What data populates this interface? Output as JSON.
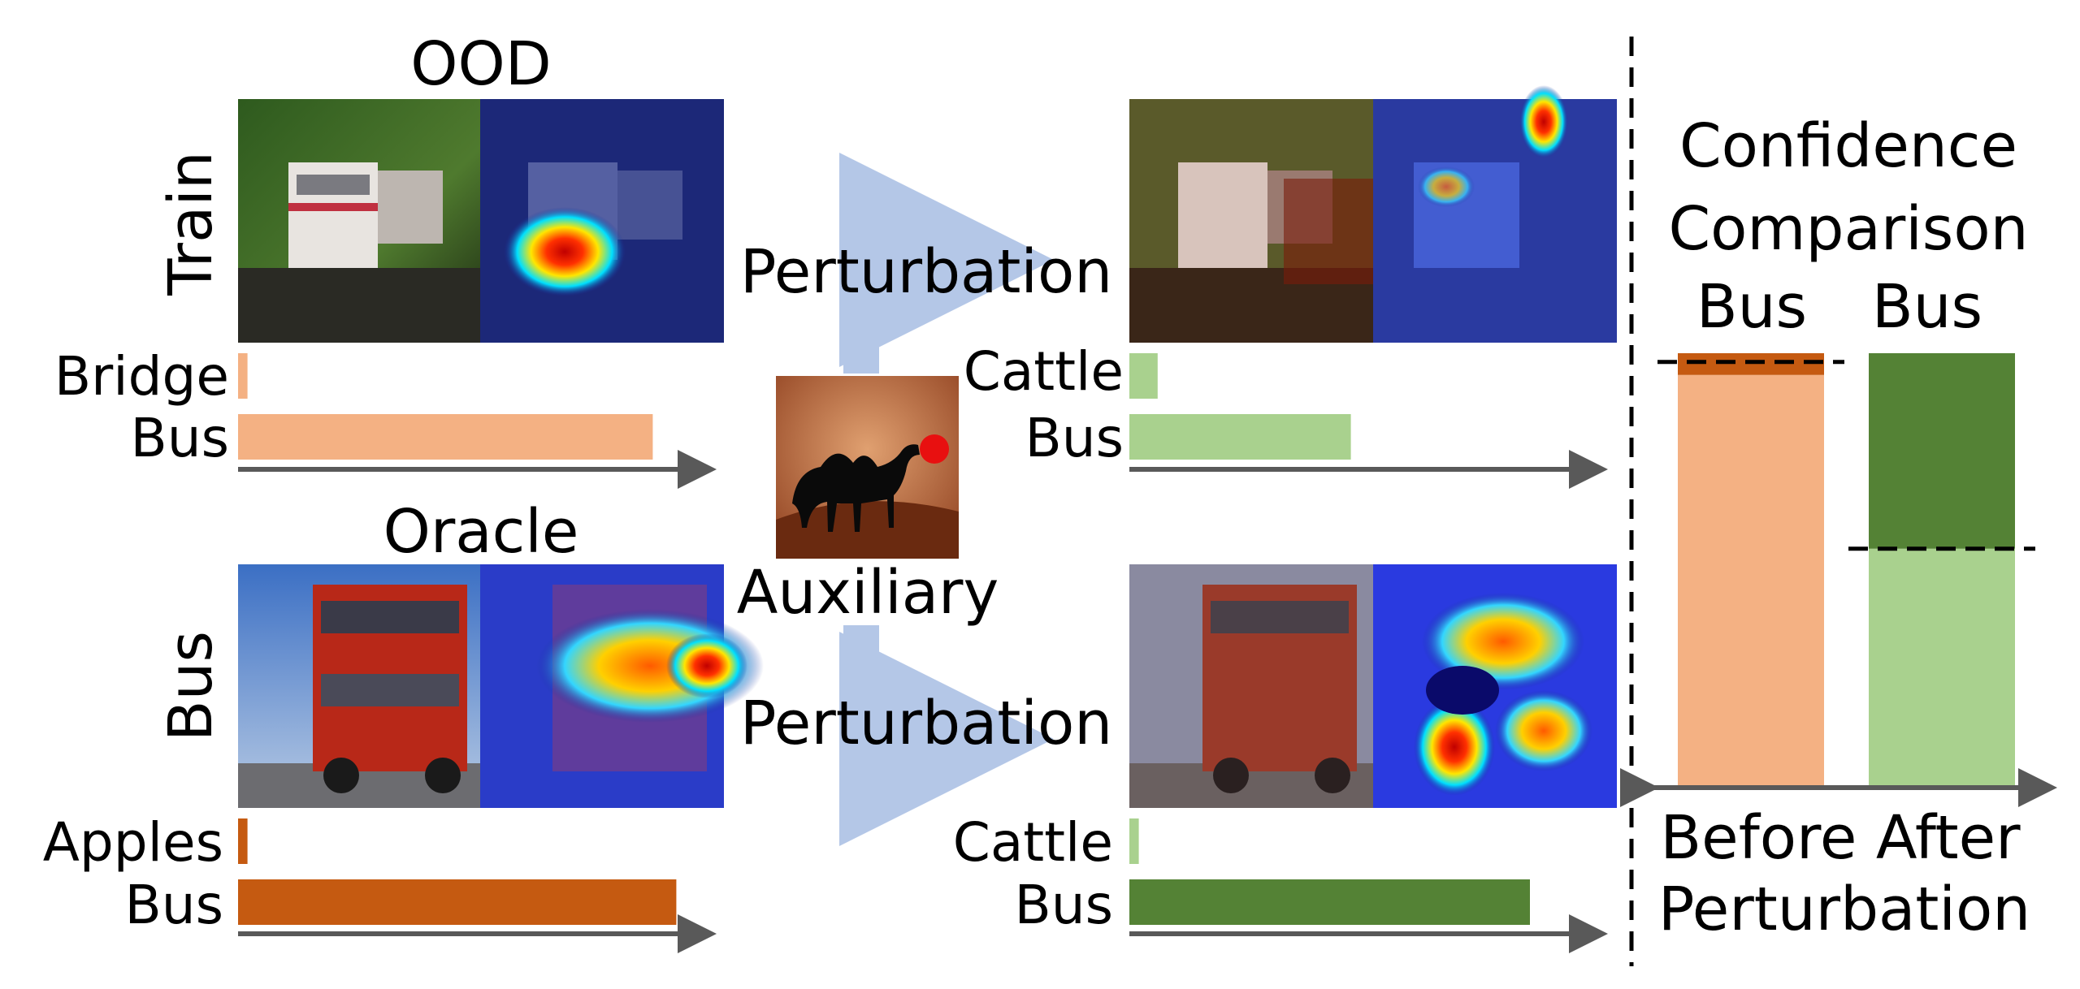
{
  "titles": {
    "ood": "OOD",
    "oracle": "Oracle",
    "row_train": "Train",
    "row_bus": "Bus"
  },
  "center": {
    "perturbation_top": "Perturbation",
    "perturbation_bottom": "Perturbation",
    "auxiliary": "Auxiliary",
    "auxiliary_image": "camel-silhouette-sunset"
  },
  "panels": {
    "ood_original": {
      "image": "train-photo",
      "heatmap": "train-attention-heatmap",
      "bars": [
        {
          "label": "Bridge",
          "value": 0.02,
          "color": "#f4b183"
        },
        {
          "label": "Bus",
          "value": 0.88,
          "color": "#f4b183"
        }
      ]
    },
    "ood_perturbed": {
      "image": "train-photo-perturbed",
      "heatmap": "train-perturbed-attention-heatmap",
      "bars": [
        {
          "label": "Cattle",
          "value": 0.06,
          "color": "#a9d18e"
        },
        {
          "label": "Bus",
          "value": 0.47,
          "color": "#a9d18e"
        }
      ]
    },
    "oracle_original": {
      "image": "bus-photo",
      "heatmap": "bus-attention-heatmap",
      "bars": [
        {
          "label": "Apples",
          "value": 0.02,
          "color": "#c55a11"
        },
        {
          "label": "Bus",
          "value": 0.93,
          "color": "#c55a11"
        }
      ]
    },
    "oracle_perturbed": {
      "image": "bus-photo-perturbed",
      "heatmap": "bus-perturbed-attention-heatmap",
      "bars": [
        {
          "label": "Cattle",
          "value": 0.02,
          "color": "#a9d18e"
        },
        {
          "label": "Bus",
          "value": 0.85,
          "color": "#548235"
        }
      ]
    }
  },
  "comparison": {
    "title_line1": "Confidence",
    "title_line2": "Comparison",
    "col_before": "Bus",
    "col_after": "Bus",
    "axis_line1": "Before After",
    "axis_line2": "Perturbation",
    "before": {
      "light": 0.95,
      "dark": 0.05,
      "ref": 0.98,
      "light_color": "#f4b183",
      "dark_color": "#c55a11"
    },
    "after": {
      "light": 0.55,
      "dark": 0.45,
      "ref": 0.55,
      "light_color": "#a9d18e",
      "dark_color": "#548235"
    }
  }
}
